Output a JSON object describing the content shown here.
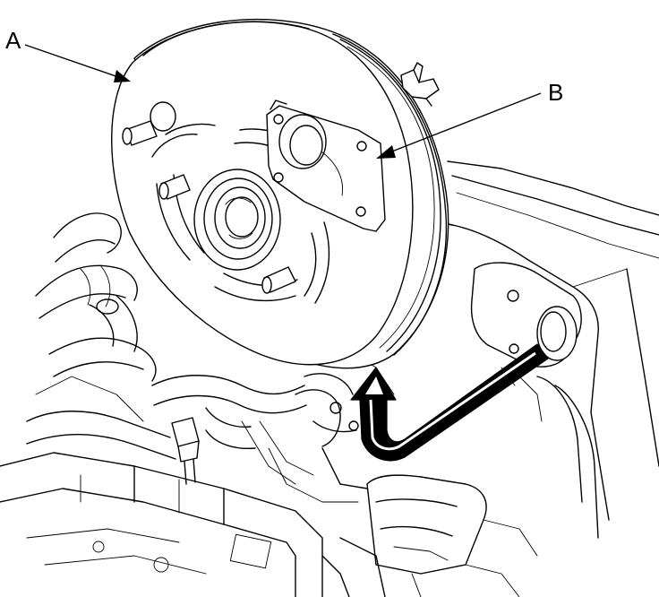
{
  "diagram": {
    "callouts": [
      {
        "id": "A",
        "label": "A"
      },
      {
        "id": "B",
        "label": "B"
      }
    ]
  },
  "colors": {
    "line": "#000000",
    "background": "#ffffff",
    "arrow": "#000000"
  }
}
